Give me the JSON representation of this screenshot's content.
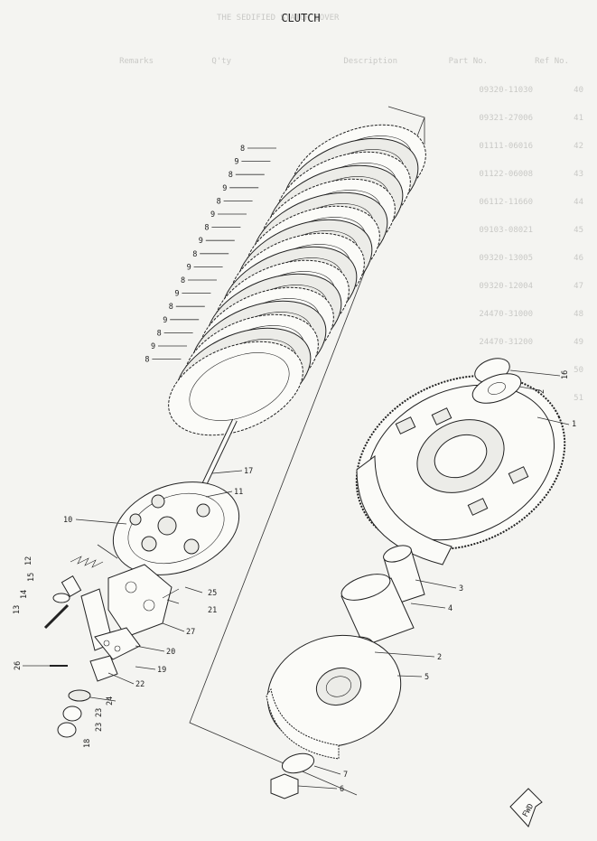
{
  "title": "CLUTCH",
  "ghost_header": [
    "THE SEDIFIED STATOR COVER"
  ],
  "ghost_columns": [
    "Ref No.",
    "Part No.",
    "Description",
    "Q'ty",
    "Remarks"
  ],
  "ghost_rows": [
    {
      "ref": "40",
      "part": "09320-11030"
    },
    {
      "ref": "41",
      "part": "09321-27006"
    },
    {
      "ref": "42",
      "part": "01111-06016"
    },
    {
      "ref": "43",
      "part": "01122-06008"
    },
    {
      "ref": "44",
      "part": "06112-11660"
    },
    {
      "ref": "45",
      "part": "09103-08021"
    },
    {
      "ref": "46",
      "part": "09320-13005"
    },
    {
      "ref": "47",
      "part": "09320-12004"
    },
    {
      "ref": "48",
      "part": "24470-31000"
    },
    {
      "ref": "49",
      "part": "24470-31200"
    },
    {
      "ref": "50",
      "part": ""
    },
    {
      "ref": "51",
      "part": ""
    }
  ],
  "fwd_label": "FWD",
  "callouts": {
    "plate_labels": [
      "8",
      "9",
      "8",
      "9",
      "8",
      "9",
      "8",
      "9",
      "8",
      "9",
      "8",
      "9",
      "8",
      "9",
      "8",
      "9",
      "8"
    ],
    "c1": "1",
    "c2": "2",
    "c2b": "2",
    "c3": "3",
    "c4": "4",
    "c5": "5",
    "c6": "6",
    "c7": "7",
    "c10": "10",
    "c11": "11",
    "c12": "12",
    "c13": "13",
    "c14": "14",
    "c15": "15",
    "c16": "16",
    "c17": "17",
    "c18": "18",
    "c19": "19",
    "c20": "20",
    "c21": "21",
    "c22": "22",
    "c23": "23",
    "c24": "24",
    "c25": "25",
    "c26": "26",
    "c27": "27"
  }
}
